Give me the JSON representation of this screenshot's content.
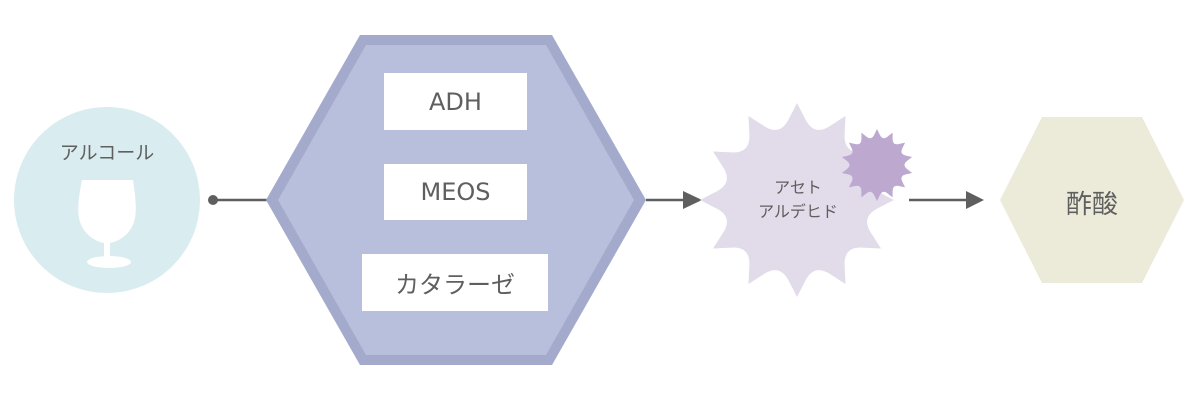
{
  "title": "アルコール代謝の流れ",
  "nodes": {
    "alcohol": {
      "label": "アルコール",
      "icon": "wine-glass-icon",
      "color": "#d9ecef"
    },
    "enzymes": {
      "color_fill": "#b7bfdc",
      "color_border": "#a3aacb",
      "items": [
        {
          "label": "ADH"
        },
        {
          "label": "MEOS"
        },
        {
          "label": "カタラーゼ"
        }
      ]
    },
    "acetaldehyde": {
      "label_line1": "アセト",
      "label_line2": "アルデヒド",
      "color": "#e2dbea",
      "accent_color": "#bda8d0"
    },
    "acetic_acid": {
      "label": "酢酸",
      "color": "#ecead9"
    }
  },
  "connector_color": "#5f5f5f"
}
